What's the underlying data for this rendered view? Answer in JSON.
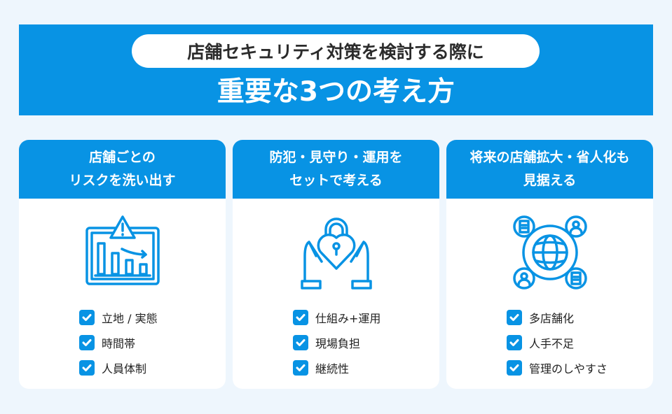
{
  "header": {
    "subtitle": "店舗セキュリティ対策を検討する際に",
    "title": "重要な3つの考え方"
  },
  "colors": {
    "accent": "#0893e4",
    "background": "#eef6fd",
    "card": "#ffffff"
  },
  "cards": [
    {
      "heading": "店舗ごとの\nリスクを洗い出す",
      "icon": "risk-chart-warning-icon",
      "items": [
        "立地 / 実態",
        "時間帯",
        "人員体制"
      ]
    },
    {
      "heading": "防犯・見守り・運用を\nセットで考える",
      "icon": "hands-heart-lock-icon",
      "items": [
        "仕組み+運用",
        "現場負担",
        "継続性"
      ]
    },
    {
      "heading": "将来の店舗拡大・省人化も\n見据える",
      "icon": "global-network-icon",
      "items": [
        "多店舗化",
        "人手不足",
        "管理のしやすさ"
      ]
    }
  ]
}
